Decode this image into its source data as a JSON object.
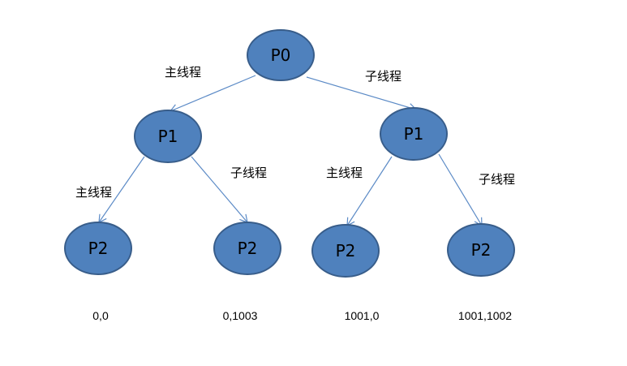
{
  "colors": {
    "node_fill": "#4f81bd",
    "node_stroke": "#385d8a",
    "edge": "#5b8ac6",
    "text": "#000000"
  },
  "nodes": {
    "root": "P0",
    "left": "P1",
    "right": "P1",
    "left_left": "P2",
    "left_right": "P2",
    "right_left": "P2",
    "right_right": "P2"
  },
  "edge_labels": {
    "root_left": "主线程",
    "root_right": "子线程",
    "left_left": "主线程",
    "left_right": "子线程",
    "right_left": "主线程",
    "right_right": "子线程"
  },
  "results": [
    "0,0",
    "0,1003",
    "1001,0",
    "1001,1002"
  ]
}
